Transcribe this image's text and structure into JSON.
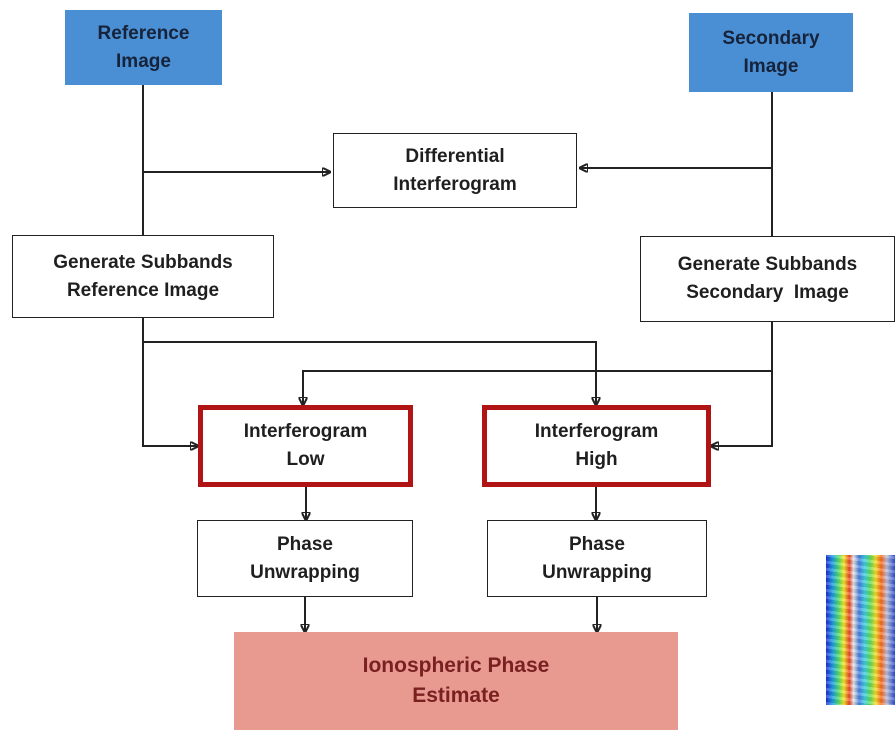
{
  "nodes": {
    "reference_image": [
      "Reference",
      "Image"
    ],
    "secondary_image": [
      "Secondary",
      "Image"
    ],
    "differential_interferogram": [
      "Differential",
      "Interferogram"
    ],
    "subbands_reference": [
      "Generate Subbands",
      "Reference Image"
    ],
    "subbands_secondary": [
      "Generate Subbands",
      "Secondary  Image"
    ],
    "interferogram_low": [
      "Interferogram",
      "Low"
    ],
    "interferogram_high": [
      "Interferogram",
      "High"
    ],
    "unwrap_left": [
      "Phase",
      "Unwrapping"
    ],
    "unwrap_right": [
      "Phase",
      "Unwrapping"
    ],
    "ionospheric_estimate": [
      "Ionospheric Phase",
      "Estimate"
    ]
  },
  "colors": {
    "input_fill": "#4a8fd4",
    "highlight_border": "#b01414",
    "output_fill": "#e89a90",
    "output_text": "#7a2020"
  },
  "thumbnail": "phase-map-image"
}
